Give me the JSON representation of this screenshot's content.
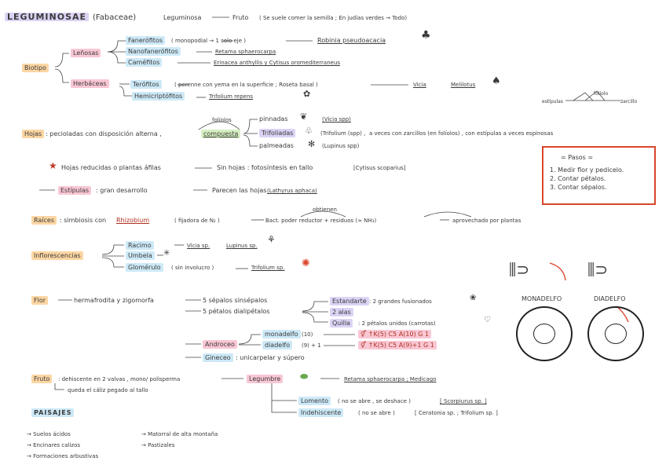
{
  "title": {
    "main": "LEGUMINOSAE",
    "family": "(Fabaceae)",
    "legumbre": "Leguminosa",
    "fruto": "Fruto",
    "fruto_note": "( Se suele comer la semilla ; En judías verdes → Todo)"
  },
  "biotipo": {
    "label": "Biotipo",
    "lenosas": "Leñosas",
    "fanerofitos": "Fanerófitos",
    "faner_note": "( monopodial → 1 solo eje )",
    "faner_sp": "Robinia pseudoacacia",
    "nanof": "Nanofanerófitos",
    "nanof_sp": "Retama sphaerocarpa",
    "camefitos": "Caméfitos",
    "came_sp": "Erinacea anthyllis y Cytisus oromediterraneus",
    "herbaceas": "Herbáceas",
    "terofitos": "Terófitos",
    "tero_note": "( perenne con yema en la superficie ; Roseta basal )",
    "tero_sp1": "Vicia",
    "tero_sp2": "Melilotus",
    "hemicript": "Hemicriptófitos",
    "hemi_sp": "Trifolium repens"
  },
  "hojas": {
    "label": "Hojas",
    "text": ": pecioladas con disposición alterna ,",
    "foliolos": "folíolos",
    "compuesta": "compuesta",
    "pinnadas": "pinnadas",
    "pinnadas_sp": "(Vicia spp)",
    "trifoliadas": "Trifoliadas",
    "trifol_sp": "(Trifolium (spp) ,",
    "trifol_note": "a veces con zarcillos (en folíolos) , con estípulas a veces espinosas",
    "palmeadas": "palmeadas",
    "palm_sp": "(Lupinus spp)",
    "reducidas": "Hojas reducidas o plantas áfilas",
    "reducidas_2": "Sin hojas : fotosíntesis en tallo",
    "reducidas_sp": "[Cytisus scoparius]",
    "estipulas": "Estípulas",
    "estip_text": ": gran desarrollo",
    "estip_2": "Parecen las hojas",
    "estip_sp": "(Lathyrus aphaca)",
    "diagram": {
      "estipulas": "estípulas",
      "foliolo": "folíolo",
      "zarcillo": "zarcillo"
    }
  },
  "raices": {
    "label": "Raíces",
    "text": ": simbiosis con",
    "rhizobium": "Rhizobium",
    "fijadora": "( fijadora de N₂ )",
    "bact": "Bact. poder reductor + residuos (≈ NH₃)",
    "obtienen": "obtienen",
    "aprov": "aprovechado por plantas"
  },
  "inflor": {
    "label": "Inflorescencias",
    "racimo": "Racimo",
    "racimo_sp1": "Vicia sp.",
    "racimo_sp2": "Lupinus sp.",
    "umbela": "Umbela",
    "glomerulo": "Glomérulo",
    "glom_note": "( sin involucro )",
    "glom_sp": "Trifolium sp."
  },
  "flor": {
    "label": "Flor",
    "text": "hermafrodita y zigomorfa",
    "sepalos": "5 sépalos sinsépalos",
    "petalos": "5 pétalos dialipétalos",
    "estandarte": "Estandarte",
    "estandarte_t": ": 2 grandes fusionados",
    "alas": "2 alas",
    "quilla": "Quilla",
    "quilla_t": ": 2 pétalos unidos (carrotas)",
    "androceo": "Androceo",
    "monadelfo": "monadelfo",
    "mono_n": "(10)",
    "diadelfo": "diadelfo",
    "dia_n": "(9) + 1",
    "formula1": "⚥ ↑K(5) C5 A(10) G 1",
    "formula2": "⚥ ↑K(5) C5 A(9)+1 G 1",
    "gineceo": "Gineceo",
    "gin_t": ": unicarpelar y súpero",
    "monadelfo_cap": "MONADELFO",
    "diadelfo_cap": "DIADELFO"
  },
  "fruto": {
    "label": "Fruto",
    "text": ": dehiscente en 2 valvas , mono/ polisperma",
    "legumbre": "Legumbre",
    "leg_sp": "Retama sphaerocarpa ; Medicago",
    "sub": "queda el cáliz pegado al tallo",
    "lomento": "Lomento",
    "lom_t": "( no se abre , se deshace )",
    "lom_sp": "[ Scorpiurus sp. ]",
    "indeh": "Indehiscente",
    "ind_t": "( no se abre )",
    "ind_sp": "[ Ceratonia sp. ; Trifolium sp. ]"
  },
  "paisajes": {
    "label": "PAISAJES",
    "items": [
      "→ Suelos ácidos",
      "→ Encinares calizos",
      "→ Formaciones arbustivas",
      "→ Matorral de alta montaña",
      "→ Pastizales"
    ]
  },
  "pasos": {
    "title": "= Pasos =",
    "items": [
      "1. Medir flor y pedicelo.",
      "2. Contar pétalos.",
      "3. Contar sépalos."
    ]
  }
}
